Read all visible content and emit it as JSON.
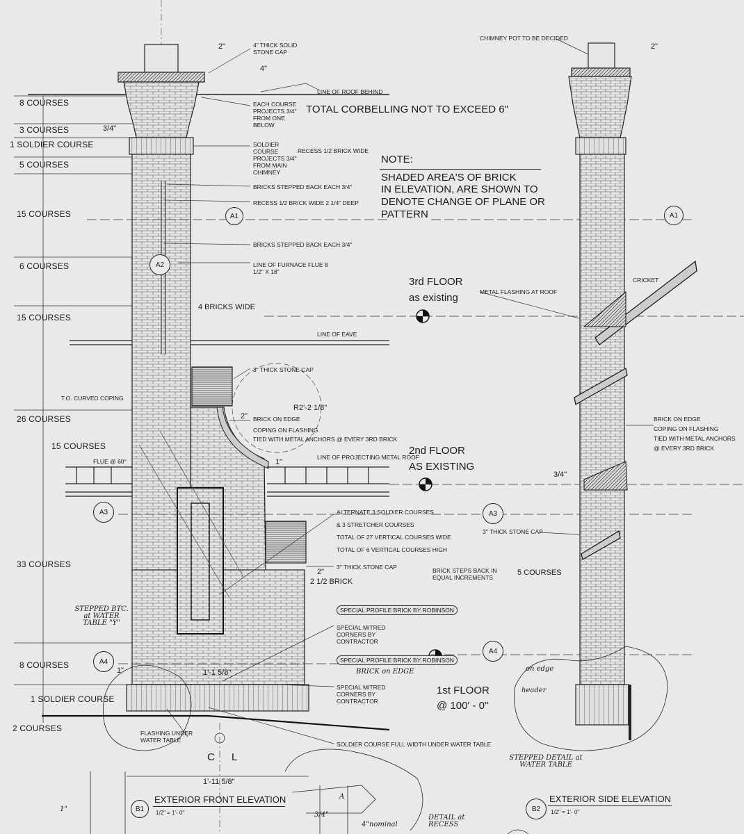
{
  "left_courses": [
    {
      "label": "8 COURSES"
    },
    {
      "label": "3 COURSES"
    },
    {
      "label": "1 SOLDIER COURSE"
    },
    {
      "label": "5 COURSES"
    },
    {
      "label": "15 COURSES"
    },
    {
      "label": "6 COURSES"
    },
    {
      "label": "15 COURSES"
    },
    {
      "label": "26 COURSES"
    },
    {
      "label": "15 COURSES"
    },
    {
      "label": "33 COURSES"
    },
    {
      "label": "8 COURSES"
    },
    {
      "label": "1 SOLDIER COURSE"
    },
    {
      "label": "2 COURSES"
    }
  ],
  "notes": {
    "stone_cap_top": "4\" THICK SOLID STONE CAP",
    "roof_behind": "LINE OF ROOF BEHIND",
    "each_course": "EACH COURSE PROJECTS 3/4\" FROM ONE BELOW",
    "soldier_proj": "SOLDIER COURSE PROJECTS 3/4\" FROM MAIN CHIMNEY",
    "recess_half": "RECESS 1/2 BRICK WIDE",
    "stepped_1": "BRICKS STEPPED BACK EACH 3/4\"",
    "recess_deep": "RECESS 1/2 BRICK WIDE 2 1/4\" DEEP",
    "stepped_2": "BRICKS STEPPED BACK EACH 3/4\"",
    "furnace_flue": "LINE OF FURNACE FLUE 8 1/2\" x 18\"",
    "four_bricks": "4 BRICKS WIDE",
    "line_eave": "LINE OF EAVE",
    "stone_cap_3": "3\" THICK STONE CAP",
    "curved_coping": "T.O. CURVED COPING",
    "brick_edge": "BRICK ON EDGE",
    "coping_flash": "COPING on FLASHING",
    "tied_anchors": "TIED WITH METAL ANCHORS @ EVERY 3rd BRICK",
    "radius": "R2'-2 1/8\"",
    "flue60": "FLUE @ 60°",
    "proj_roof": "LINE OF PROJECTING METAL ROOF",
    "alternate": "ALTERNATE 3 SOLDIER COURSES",
    "stretcher": "& 3 STRETCHER COURSES",
    "total27": "TOTAL OF 27 VERTICAL COURSES WIDE",
    "total6": "TOTAL OF 6 VERTICAL COURSES HIGH",
    "stone_cap_low": "3\" THICK STONE CAP",
    "brick_212": "2 1/2 BRICK",
    "special_profile_1": "SPECIAL PROFILE BRICK BY ROBINSON",
    "mitred_1": "SPECIAL MITRED CORNERS BY CONTRACTOR",
    "special_profile_2": "SPECIAL PROFILE BRICK BY ROBINSON",
    "brick_on_edge_hand": "BRICK on EDGE",
    "mitred_2": "SPECIAL MITRED CORNERS BY CONTRACTOR",
    "flashing_under": "FLASHING UNDER WATER TABLE",
    "soldier_full": "SOLDIER COURSE FULL WIDTH UNDER WATER TABLE",
    "stepped_btc": "STEPPED BTC. at WATER TABLE \"Y\"",
    "dim_158": "1'-1 5/8\"",
    "dim_1115": "1'-11 5/8\"",
    "dim_2a": "2\"",
    "dim_4": "4\"",
    "dim_34": "3/4\"",
    "dim_2b": "2\"",
    "dim_1a": "1\"",
    "dim_2c": "2\"",
    "dim_1b": "1\"",
    "cl": "C L",
    "total_corbel": "TOTAL CORBELLING NOT TO EXCEED 6\"",
    "note_head": "NOTE:",
    "note_body": [
      "SHADED AREA'S OF BRICK",
      "IN ELEVATION, ARE SHOWN TO",
      "DENOTE CHANGE OF PLANE OR",
      "PATTERN"
    ],
    "floor3": [
      "3rd FLOOR",
      "as existing"
    ],
    "floor2": [
      "2nd FLOOR",
      "AS EXISTING"
    ],
    "floor1": [
      "1st FLOOR",
      "@ 100' - 0\""
    ],
    "chimney_pot": "CHIMNEY POT TO BE DECIDED",
    "dim_2_side": "2\"",
    "metal_flashing": "METAL FLASHING AT ROOF",
    "cricket": "CRICKET",
    "side_brick_edge": [
      "BRICK ON EDGE",
      "COPING on FLASHING",
      "TIED WITH METAL ANCHORS",
      "@ EVERY 3rd BRICK"
    ],
    "side_34": "3/4\"",
    "side_stone_cap": "3\" THICK STONE CAP",
    "brick_steps": "BRICK STEPS BACK IN EQUAL INCREMENTS",
    "five_courses": "5 COURSES",
    "on_edge": "on edge",
    "header": "header",
    "stepped_detail": "STEPPED DETAIL at WATER TABLE",
    "detail_recess": "DETAIL at RECESS",
    "nominal": "4\"nominal",
    "dim_1_hand": "1\"",
    "dim_3_hand": "3/4\"",
    "dim_a": "A"
  },
  "bubbles": {
    "a1": "A1",
    "a2": "A2",
    "a3": "A3",
    "a4": "A4",
    "b1": "B1",
    "b2": "B2",
    "sa1": "A1",
    "sa3": "A3",
    "sa4": "A4"
  },
  "titles": {
    "front": "EXTERIOR FRONT ELEVATION",
    "front_scale": "1/2\" = 1'- 0\"",
    "side": "EXTERIOR SIDE ELEVATION",
    "side_scale": "1/2\" = 1'- 0\""
  },
  "colors": {
    "paper": "#e9e9e9",
    "ink": "#1a1a1a",
    "brick_line": "#555555"
  }
}
